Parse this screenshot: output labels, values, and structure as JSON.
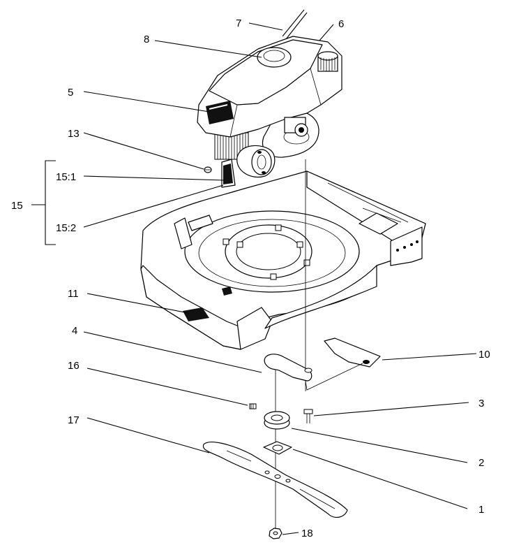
{
  "callouts": {
    "c1": "1",
    "c2": "2",
    "c3": "3",
    "c4": "4",
    "c5": "5",
    "c6": "6",
    "c7": "7",
    "c8": "8",
    "c10": "10",
    "c11": "11",
    "c13": "13",
    "c15": "15",
    "c15_1": "15:1",
    "c15_2": "15:2",
    "c16": "16",
    "c17": "17",
    "c18": "18"
  }
}
